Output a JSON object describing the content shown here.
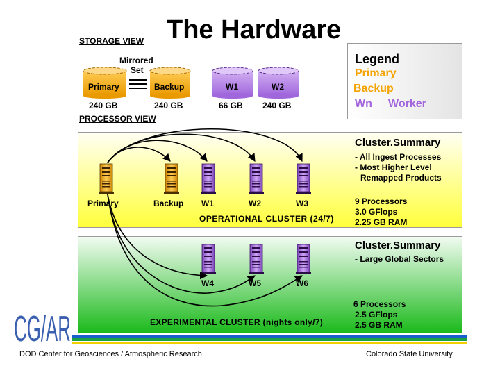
{
  "title": "The Hardware",
  "storage_view": {
    "label": "STORAGE VIEW",
    "mirrored_label": "Mirrored",
    "set_label": "Set",
    "disks": [
      {
        "name": "Primary",
        "size": "240 GB"
      },
      {
        "name": "Backup",
        "size": "240 GB"
      },
      {
        "name": "W1",
        "size": "66 GB"
      },
      {
        "name": "W2",
        "size": "240 GB"
      }
    ]
  },
  "processor_view": {
    "label": "PROCESSOR VIEW"
  },
  "legend": {
    "title": "Legend",
    "items": [
      "Primary",
      "Backup",
      "Wn",
      "Worker"
    ],
    "colors": {
      "primary": "#f5a300",
      "backup": "#f5a300",
      "worker": "#a366dd"
    }
  },
  "operational": {
    "label": "OPERATIONAL CLUSTER (24/7)",
    "nodes": [
      "Primary",
      "Backup",
      "W1",
      "W2",
      "W3"
    ],
    "summary_title": "Cluster.Summary",
    "summary_items": [
      "- All Ingest Processes",
      "- Most Higher Level",
      "Remapped Products"
    ],
    "specs": [
      "9 Processors",
      "3.0 GFlops",
      "2.25 GB RAM"
    ]
  },
  "experimental": {
    "label": "EXPERIMENTAL CLUSTER (nights only/7)",
    "nodes": [
      "W4",
      "W5",
      "W6"
    ],
    "summary_title": "Cluster.Summary",
    "summary_items": [
      "- Large Global Sectors"
    ],
    "specs": [
      "6 Processors",
      "2.5 GFlops",
      "2.5 GB RAM"
    ]
  },
  "logo_text": "CG/AR",
  "footer": {
    "left": "DOD Center for Geosciences / Atmospheric Research",
    "right": "Colorado State University"
  }
}
